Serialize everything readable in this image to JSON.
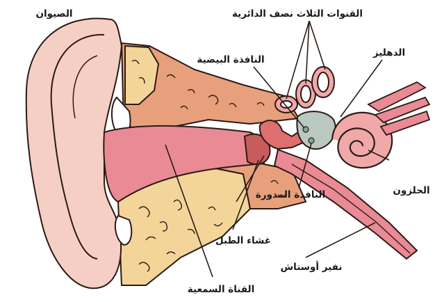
{
  "labels": {
    "pinna": "الصيوان",
    "semicircular_canals": "القنوات الثلاث نصف الدائرية",
    "oval_window": "النافذة البيضية",
    "vestibule": "الدهليز",
    "cochlea": "الحلزون",
    "round_window": "النافذة المدورة",
    "eardrum": "غشاء الطبل",
    "eustachian_tube": "نفير أوستاش",
    "ear_canal": "القناة السمعية"
  },
  "colors": {
    "skin": "#f5cfc4",
    "canal": "#e98a95",
    "bone": "#f3d59a",
    "temporal_bone": "#e8a07c",
    "ossicles": "#dd6f6f",
    "inner_ear": "#f0a8a8",
    "vestibule": "#b9c9c0",
    "outline": "#2a1a14"
  }
}
